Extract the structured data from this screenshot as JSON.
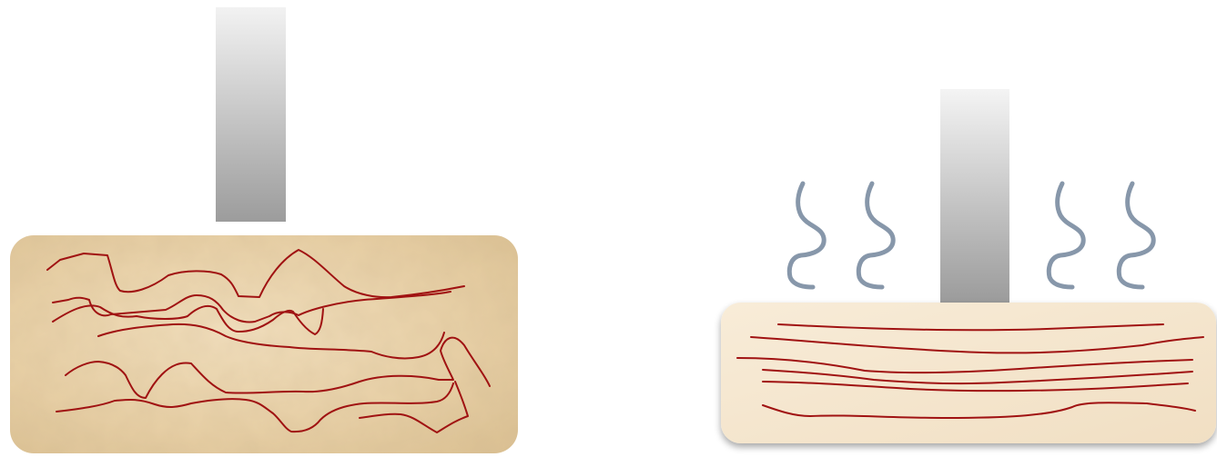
{
  "panels": [
    {
      "id": "left",
      "state": "tangled",
      "block_color": "#ead3aa",
      "bar_gradient": [
        "#f2f2f2",
        "#9c9c9c"
      ],
      "strand_color": "#a01212",
      "strand_count": 7,
      "heat_waves": 0
    },
    {
      "id": "right",
      "state": "aligned",
      "block_color": "#f6e6cf",
      "bar_gradient": [
        "#f4f4f4",
        "#9a9a9a"
      ],
      "strand_color": "#a01212",
      "strand_count": 6,
      "heat_waves": 4,
      "heat_wave_color": "#8797aa"
    }
  ]
}
